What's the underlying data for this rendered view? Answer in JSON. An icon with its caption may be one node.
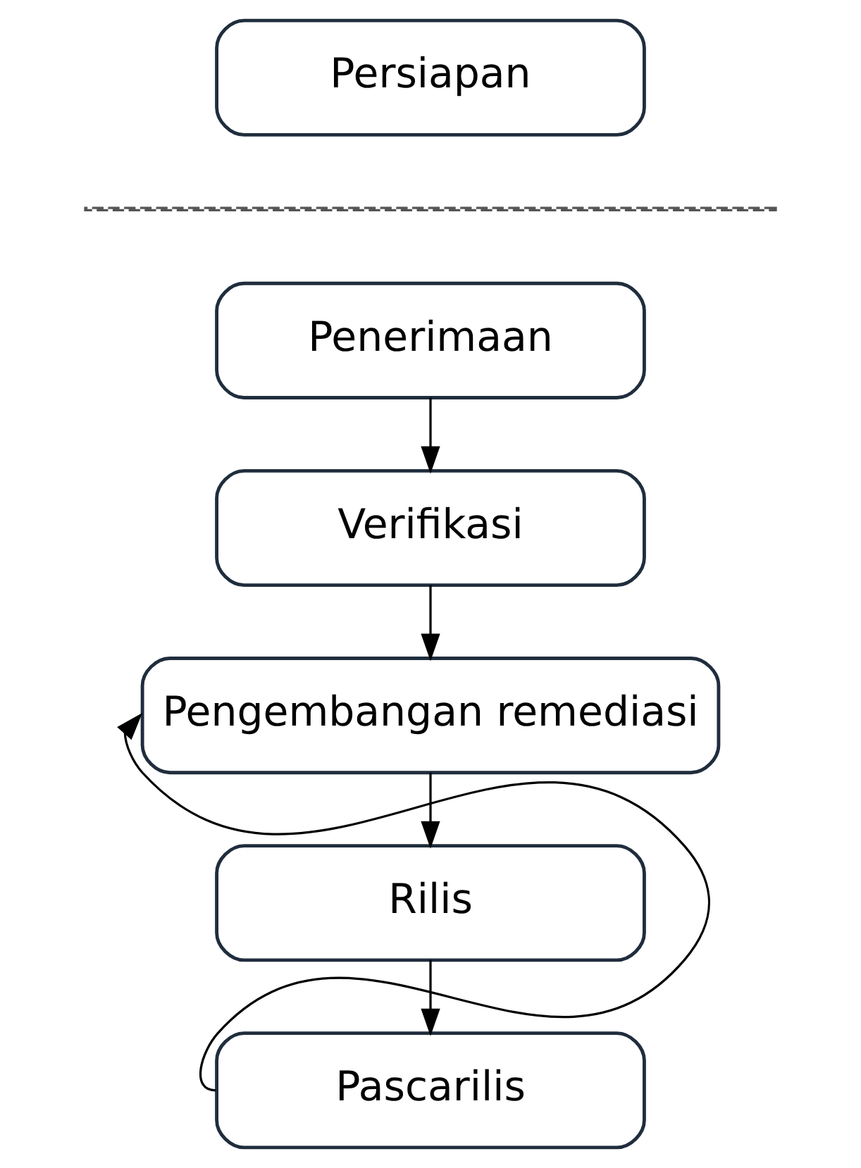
{
  "diagram": {
    "nodes": [
      {
        "text": [
          "Persiapan"
        ]
      },
      {
        "text": [
          "Penerimaan"
        ]
      },
      {
        "text": [
          "Verifikasi"
        ]
      },
      {
        "text": [
          "Pengembangan remediasi"
        ]
      },
      {
        "text": [
          "Rilis"
        ]
      },
      {
        "text": [
          "Pascarilis"
        ]
      }
    ],
    "edges": [
      {
        "from": 1,
        "to": 2,
        "arrow": "to"
      },
      {
        "from": 2,
        "to": 3,
        "arrow": "to"
      },
      {
        "from": 3,
        "to": 4,
        "arrow": "to"
      },
      {
        "from": 4,
        "to": 5,
        "arrow": "to"
      },
      {
        "from": 5,
        "to": 3,
        "arrow": "to"
      }
    ]
  }
}
